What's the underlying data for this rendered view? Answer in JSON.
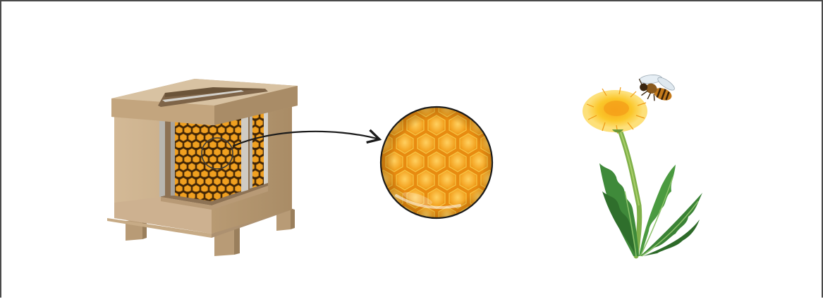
{
  "diagram": {
    "panels": [
      "beehive-cutaway",
      "honeycomb-magnified",
      "bee-on-dandelion"
    ],
    "colors": {
      "frame_border": "#4a4a4a",
      "hive_wood": "#cdb291",
      "honeycomb": "#f2a31f",
      "comb_cell_dark": "#4a2a08",
      "dandelion_yellow": "#f6c51e",
      "leaf_green": "#3f8a3a",
      "arrow": "#1a1a1a"
    }
  }
}
